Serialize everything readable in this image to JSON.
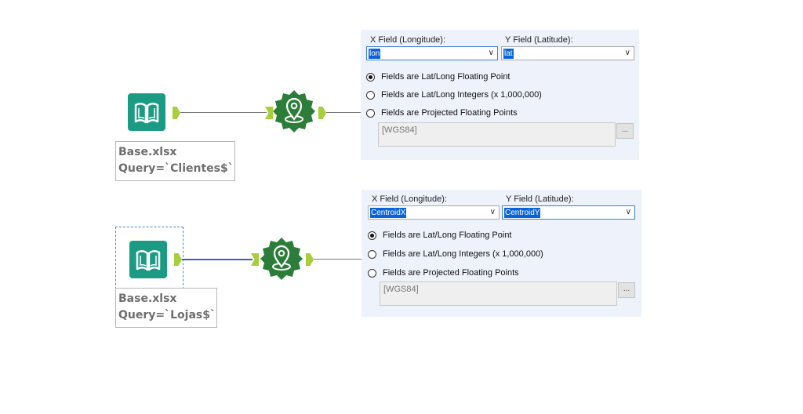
{
  "colors": {
    "tool_teal": "#1b9a84",
    "badge_green": "#2d7d3a",
    "anchor_green": "#a6cf3b",
    "selection_blue": "#3b8dd6",
    "panel_bg": "#edf2fb"
  },
  "workflow1": {
    "input_tool_icon": "book-icon",
    "annotation": {
      "line1": "Base.xlsx",
      "line2": "Query=`Clientes$`"
    },
    "create_points_icon": "map-pin-icon"
  },
  "workflow2": {
    "input_tool_icon": "book-icon",
    "annotation": {
      "line1": "Base.xlsx",
      "line2": "Query=`Lojas$`"
    },
    "create_points_icon": "map-pin-icon"
  },
  "panel1": {
    "x_label": "X Field (Longitude):",
    "x_value": "lon",
    "y_label": "Y Field (Latitude):",
    "y_value": "lat",
    "options": [
      "Fields are Lat/Long Floating Point",
      "Fields are Lat/Long Integers (x 1,000,000)",
      "Fields are Projected Floating Points"
    ],
    "selected_option": 0,
    "projection_value": "[WGS84]",
    "browse_label": "..."
  },
  "panel2": {
    "x_label": "X Field (Longitude):",
    "x_value": "CentroidX",
    "y_label": "Y Field (Latitude):",
    "y_value": "CentroidY",
    "options": [
      "Fields are Lat/Long Floating Point",
      "Fields are Lat/Long Integers (x 1,000,000)",
      "Fields are Projected Floating Points"
    ],
    "selected_option": 0,
    "projection_value": "[WGS84]",
    "browse_label": "..."
  }
}
